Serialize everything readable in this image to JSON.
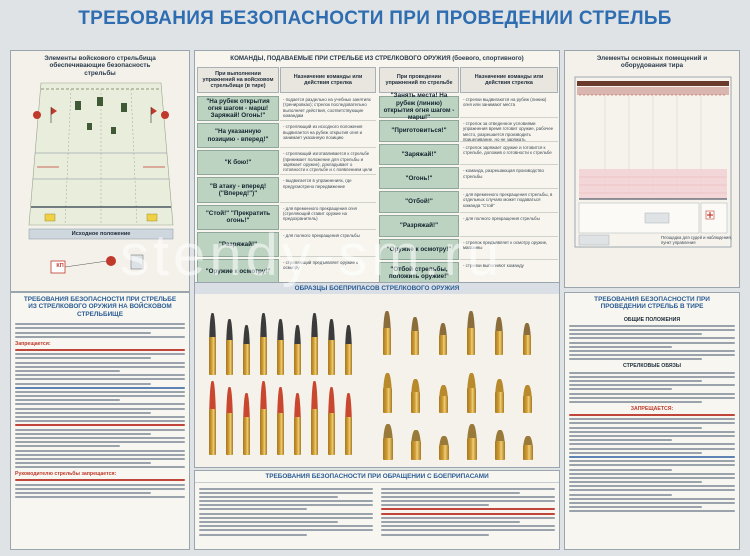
{
  "title": "ТРЕБОВАНИЯ БЕЗОПАСНОСТИ ПРИ ПРОВЕДЕНИИ СТРЕЛЬБ",
  "range_panel": {
    "heading": "Элементы войскового стрельбища обеспечивающие безопасность стрельбы",
    "start_label": "Исходное положение",
    "kp_label": "КП"
  },
  "commands": {
    "heading": "КОМАНДЫ, ПОДАВАЕМЫЕ ПРИ СТРЕЛЬБЕ ИЗ СТРЕЛКОВОГО ОРУЖИЯ (боевого, спортивного)",
    "left_col_head_1": "При выполнении упражнений на войсковом стрельбище (в тире)",
    "left_col_head_2": "Назначение команды или действия стрелка",
    "right_col_head_1": "При проведении упражнений по стрельбе",
    "right_col_head_2": "Назначение команды или действия стрелка",
    "left": [
      {
        "cmd": "\"На рубеж открытия огня шагом - марш! Заряжай! Огонь!\"",
        "desc": "- подается раздельно на учебных занятиях (тренировках); стрелок последовательно выполняет действия, соответствующие командам"
      },
      {
        "cmd": "\"На указанную позицию - вперед!\"",
        "desc": "- стреляющий из исходного положения выдвигается на рубеж открытия огня и занимает указанную позицию"
      },
      {
        "cmd": "\"К бою!\"",
        "desc": "- стреляющий изготавливается к стрельбе (принимает положение для стрельбы и заряжает оружие), докладывает о готовности к стрельбе и с появлением цели самостоятельно открывает огонь"
      },
      {
        "cmd": "\"В атаку - вперед! (\"Вперед!\")\"",
        "desc": "- выдвигается в упражнениях, где предусмотрено передвижение"
      },
      {
        "cmd": "\"Стой!\" \"Прекратить огонь!\"",
        "desc": "- для временного прекращения огня (стреляющий ставит оружие на предохранитель)"
      },
      {
        "cmd": "\"Разряжай!\"",
        "desc": "- для полного прекращения стрельбы"
      },
      {
        "cmd": "\"Оружие к осмотру!\"",
        "desc": "- стреляющий предъявляет оружие к осмотру"
      }
    ],
    "right": [
      {
        "cmd": "\"Занять места! На рубеж (линию) открытия огня шагом - марш!\"",
        "desc": "- стрелки выдвигаются на рубеж (линию) огня или занимают места"
      },
      {
        "cmd": "\"Приготовиться!\"",
        "desc": "- стрелок за отведенное условиями упражнения время готовит оружие, рабочее место, разрешается производить прицеливание, но не заряжать"
      },
      {
        "cmd": "\"Заряжай!\"",
        "desc": "- стрелок заряжает оружие и готовится к стрельбе, доложив о готовности к стрельбе"
      },
      {
        "cmd": "\"Огонь!\"",
        "desc": "- команда, разрешающая производство стрельбы"
      },
      {
        "cmd": "\"Отбой!\"",
        "desc": "- для временного прекращения стрельбы, в отдельных случаях может подаваться команда \"Стой\""
      },
      {
        "cmd": "\"Разряжай!\"",
        "desc": "- для полного прекращения стрельбы"
      },
      {
        "cmd": "\"Оружие к осмотру!\"",
        "desc": "- стрелок предъявляет к осмотру оружие, магазины"
      },
      {
        "cmd": "\"Отбой стрельбы, положить оружие!\"",
        "desc": "- стрелки выполняют команду"
      }
    ]
  },
  "gallery_panel": {
    "heading": "Элементы основных помещений и оборудования тира",
    "legend": "Площадка для судей и наблюдения, пункт управления"
  },
  "safety_left": {
    "heading": "ТРЕБОВАНИЯ БЕЗОПАСНОСТИ ПРИ СТРЕЛЬБЕ ИЗ СТРЕЛКОВОГО ОРУЖИЯ НА ВОЙСКОВОМ СТРЕЛЬБИЩЕ",
    "prohibited_1": "Запрещается:",
    "prohibited_2": "Руководителю стрельбы запрещается:"
  },
  "cartridges": {
    "heading": "ОБРАЗЦЫ БОЕПРИПАСОВ СТРЕЛКОВОГО ОРУЖИЯ"
  },
  "ammo_rules": {
    "heading": "ТРЕБОВАНИЯ БЕЗОПАСНОСТИ ПРИ ОБРАЩЕНИИ С БОЕПРИПАСАМИ"
  },
  "safety_right": {
    "heading": "ТРЕБОВАНИЯ БЕЗОПАСНОСТИ ПРИ ПРОВЕДЕНИИ СТРЕЛЬБ В ТИРЕ",
    "general": "ОБЩИЕ ПОЛОЖЕНИЯ",
    "signals": "СТРЕЛКОВЫЕ ОБЯЗЫ",
    "prohibited": "ЗАПРЕЩАЕТСЯ:"
  },
  "watermark": "stendy-sm.ru",
  "colors": {
    "title": "#2f6db1",
    "command_cell": "#bcd3c1",
    "warning_red": "#c0392b",
    "brass": "#d4a23a"
  }
}
